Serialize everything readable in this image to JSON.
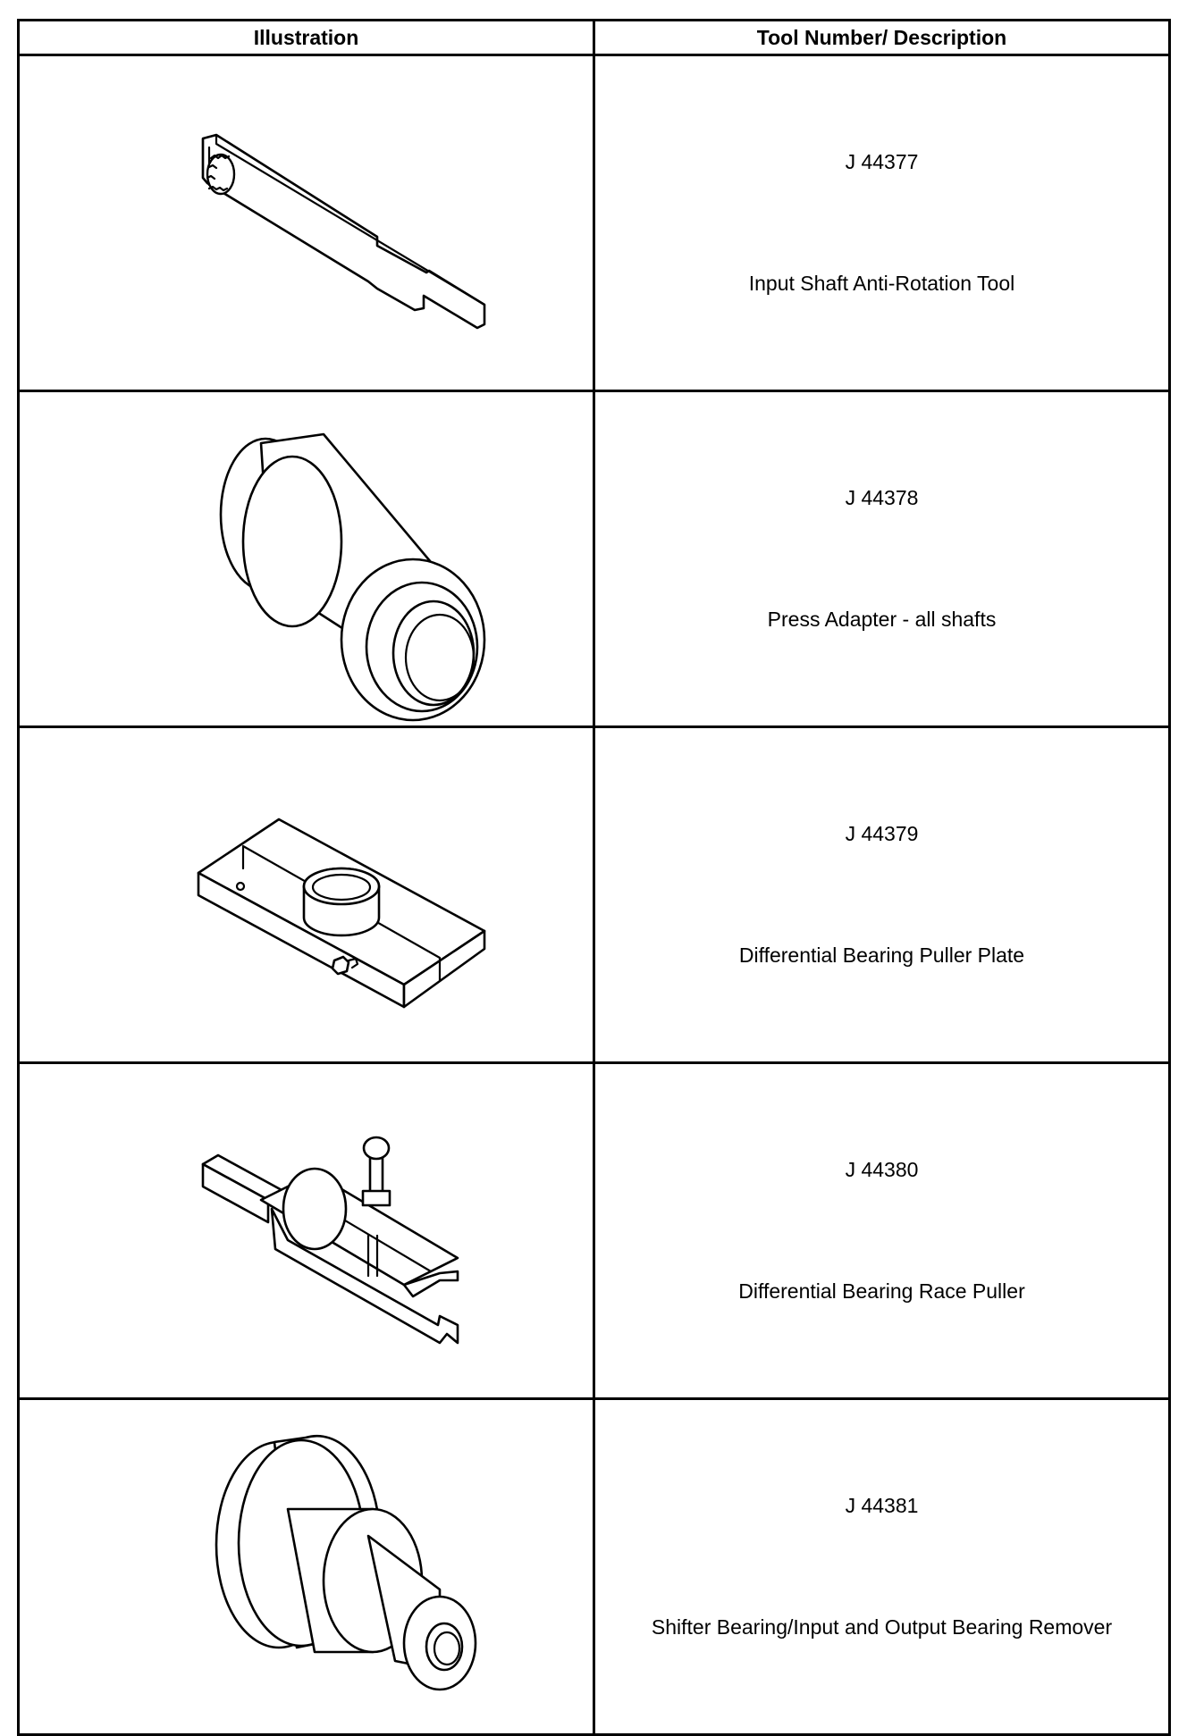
{
  "table": {
    "headers": {
      "illustration": "Illustration",
      "description": "Tool Number/ Description"
    },
    "rows": [
      {
        "number": "J 44377",
        "description": "Input Shaft Anti-Rotation Tool"
      },
      {
        "number": "J 44378",
        "description": "Press Adapter - all shafts"
      },
      {
        "number": "J 44379",
        "description": "Differential Bearing Puller Plate"
      },
      {
        "number": "J 44380",
        "description": "Differential Bearing Race Puller"
      },
      {
        "number": "J 44381",
        "description": "Shifter Bearing/Input and Output Bearing Remover"
      }
    ]
  }
}
